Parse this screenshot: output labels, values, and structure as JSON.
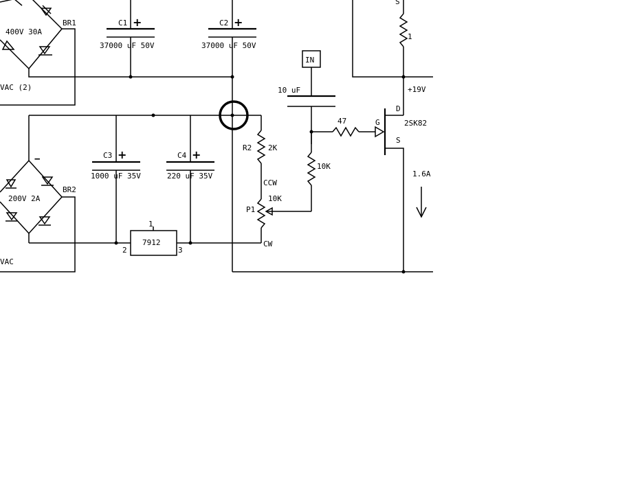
{
  "labels": {
    "br1_voltage": "400V 30A",
    "br1_name": "BR1",
    "vac_top": "VAC (2)",
    "c1_name": "C1",
    "c1_value": "37000 uF 50V",
    "c2_name": "C2",
    "c2_value": "37000 uF 50V",
    "top_resistor": "1",
    "top_s": "S",
    "plus19": "+19V",
    "in_box": "IN",
    "cap10": "10 uF",
    "r47": "47",
    "gate": "G",
    "drain": "D",
    "source": "S",
    "mosfet": "2SK82",
    "r2_name": "R2",
    "r2_value": "2K",
    "r10k": "10K",
    "ccw": "CCW",
    "p1_name": "P1",
    "p1_value": "10K",
    "cw": "CW",
    "current": "1.6A",
    "c3_name": "C3",
    "c3_value": "1000 uF 35V",
    "c4_name": "C4",
    "c4_value": "220 uF 35V",
    "reg_name": "7912",
    "reg_pin1": "1",
    "reg_pin2": "2",
    "reg_pin3": "3",
    "br2_voltage": "200V 2A",
    "br2_name": "BR2",
    "minus": "−",
    "vac_bottom": "VAC",
    "plus_sign": "+"
  }
}
